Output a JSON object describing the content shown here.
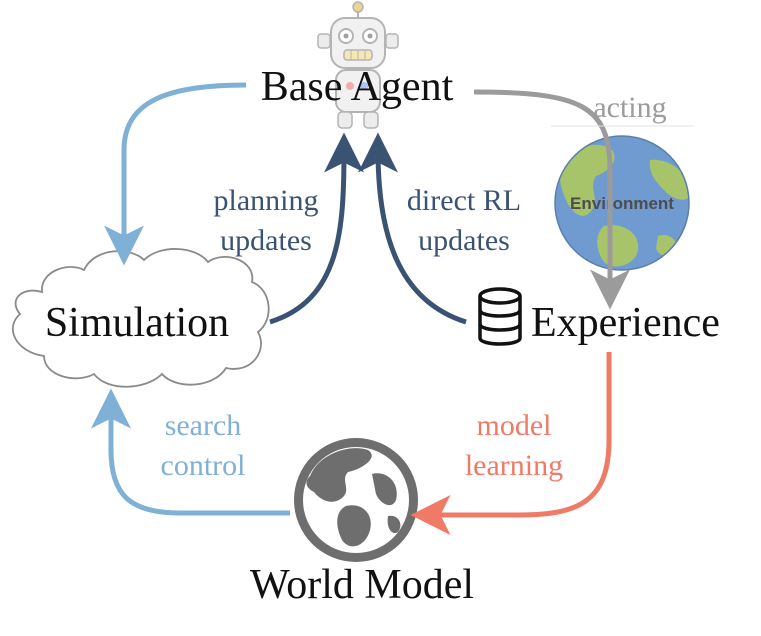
{
  "nodes": {
    "agent": {
      "label": "Base Agent",
      "icon": "robot-icon"
    },
    "simulation": {
      "label": "Simulation",
      "icon": "cloud-icon"
    },
    "experience": {
      "label": "Experience",
      "icon": "database-icon"
    },
    "world_model": {
      "label": "World Model",
      "icon": "globe-icon"
    },
    "environment": {
      "label": "Environment",
      "icon": "earth-icon"
    }
  },
  "edges": {
    "acting": {
      "label": "acting",
      "color": "#9b9b9b"
    },
    "planning": {
      "line1": "planning",
      "line2": "updates",
      "color": "#3b5373"
    },
    "direct_rl": {
      "line1": "direct RL",
      "line2": "updates",
      "color": "#3b5373"
    },
    "search": {
      "line1": "search",
      "line2": "control",
      "color": "#7fb0d6"
    },
    "model": {
      "line1": "model",
      "line2": "learning",
      "color": "#ef7a66"
    }
  }
}
